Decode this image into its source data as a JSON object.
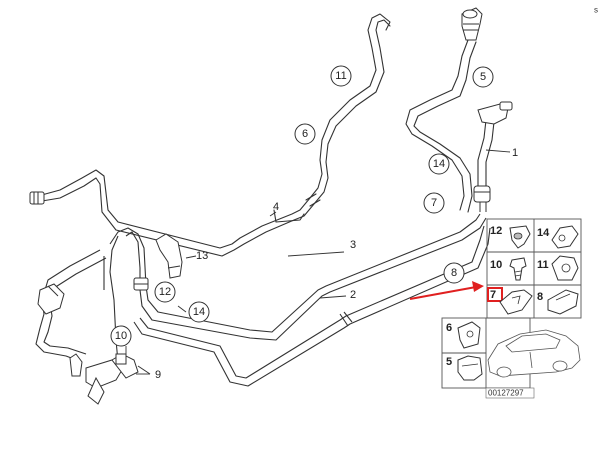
{
  "callouts": {
    "c1": "1",
    "c2": "2",
    "c3": "3",
    "c4": "4",
    "c5": "5",
    "c6": "6",
    "c7": "7",
    "c8": "8",
    "c9": "9",
    "c10": "10",
    "c11": "11",
    "c12": "12",
    "c13": "13",
    "c14a": "14",
    "c14b": "14"
  },
  "grid": {
    "g12": "12",
    "g14": "14",
    "g10": "10",
    "g11": "11",
    "g7": "7",
    "g8": "8",
    "g6": "6",
    "g5": "5"
  },
  "doc_number": "00127297",
  "corner_mark": "s",
  "colors": {
    "line": "#333333",
    "highlight": "#e02020",
    "panel_bg": "#ffffff"
  }
}
